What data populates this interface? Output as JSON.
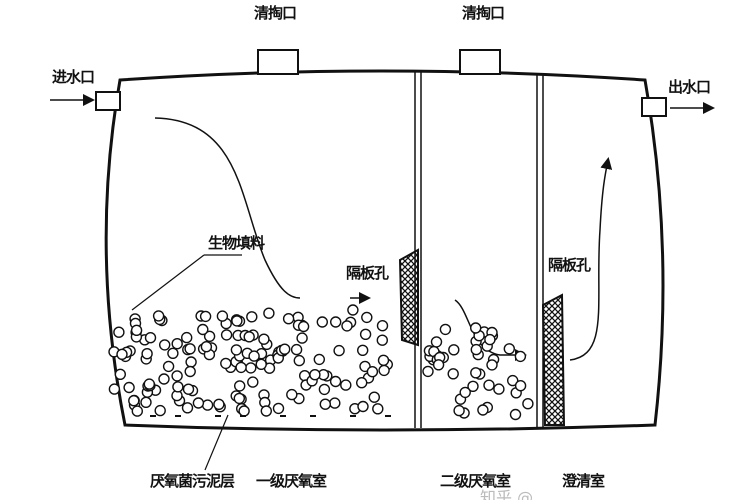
{
  "title": "三格化粪池结构示意图",
  "labels": {
    "cleanout_1": "清掏口",
    "cleanout_2": "清掏口",
    "inlet": "进水口",
    "outlet": "出水口",
    "bio_filler": "生物填料",
    "baffle_hole_1": "隔板孔",
    "baffle_hole_2": "隔板孔",
    "sludge_layer": "厌氧菌污泥层",
    "chamber_1": "一级厌氧室",
    "chamber_2": "二级厌氧室",
    "clarifier": "澄清室"
  },
  "watermark": "知乎 @"
}
